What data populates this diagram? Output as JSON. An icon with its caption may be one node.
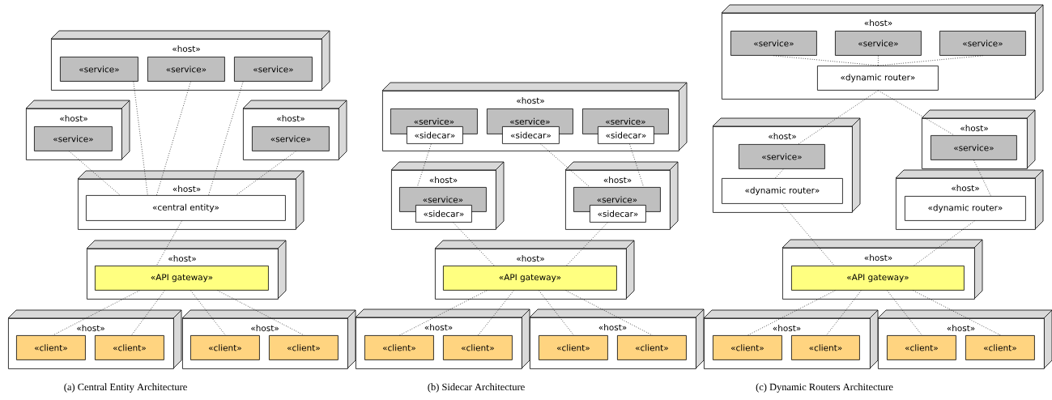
{
  "diagram": {
    "nodes": [
      {
        "text": [
          "«host»"
        ]
      },
      {
        "text": [
          "«service»"
        ],
        "in": 0
      },
      {
        "text": [
          "«service»"
        ],
        "in": 0
      },
      {
        "text": [
          "«service»"
        ],
        "in": 0
      },
      {
        "text": [
          "«host»"
        ]
      },
      {
        "text": [
          "«service»"
        ],
        "in": 4
      },
      {
        "text": [
          "«host»"
        ]
      },
      {
        "text": [
          "«service»"
        ],
        "in": 6
      },
      {
        "text": [
          "«host»"
        ]
      },
      {
        "text": [
          "«central entity»"
        ],
        "in": 8
      },
      {
        "text": [
          "«host»"
        ]
      },
      {
        "text": [
          "«API gateway»"
        ],
        "in": 10
      },
      {
        "text": [
          "«host»"
        ]
      },
      {
        "text": [
          "«client»"
        ],
        "in": 12
      },
      {
        "text": [
          "«client»"
        ],
        "in": 12
      },
      {
        "text": [
          "«host»"
        ]
      },
      {
        "text": [
          "«client»"
        ],
        "in": 15
      },
      {
        "text": [
          "«client»"
        ],
        "in": 15
      },
      {
        "text": [
          "«host»"
        ]
      },
      {
        "text": [
          "«service»"
        ],
        "in": 18
      },
      {
        "text": [
          "«sidecar»"
        ],
        "in": 18
      },
      {
        "text": [
          "«service»"
        ],
        "in": 18
      },
      {
        "text": [
          "«sidecar»"
        ],
        "in": 18
      },
      {
        "text": [
          "«service»"
        ],
        "in": 18
      },
      {
        "text": [
          "«sidecar»"
        ],
        "in": 18
      },
      {
        "text": [
          "«host»"
        ]
      },
      {
        "text": [
          "«service»"
        ],
        "in": 25
      },
      {
        "text": [
          "«sidecar»"
        ],
        "in": 25
      },
      {
        "text": [
          "«host»"
        ]
      },
      {
        "text": [
          "«service»"
        ],
        "in": 28
      },
      {
        "text": [
          "«sidecar»"
        ],
        "in": 28
      },
      {
        "text": [
          "«host»"
        ]
      },
      {
        "text": [
          "«API gateway»"
        ],
        "in": 31
      },
      {
        "text": [
          "«host»"
        ]
      },
      {
        "text": [
          "«client»"
        ],
        "in": 33
      },
      {
        "text": [
          "«client»"
        ],
        "in": 33
      },
      {
        "text": [
          "«host»"
        ]
      },
      {
        "text": [
          "«client»"
        ],
        "in": 36
      },
      {
        "text": [
          "«client»"
        ],
        "in": 36
      },
      {
        "text": [
          "«host»"
        ]
      },
      {
        "text": [
          "«service»"
        ],
        "in": 39
      },
      {
        "text": [
          "«service»"
        ],
        "in": 39
      },
      {
        "text": [
          "«service»"
        ],
        "in": 39
      },
      {
        "text": [
          "«dynamic router»"
        ],
        "in": 39
      },
      {
        "text": [
          "«host»"
        ]
      },
      {
        "text": [
          "«service»"
        ],
        "in": 44
      },
      {
        "text": [
          "«dynamic router»"
        ],
        "in": 44
      },
      {
        "text": [
          "«host»"
        ]
      },
      {
        "text": [
          "«service»"
        ],
        "in": 47
      },
      {
        "text": [
          "«host»"
        ]
      },
      {
        "text": [
          "«dynamic router»"
        ],
        "in": 49
      },
      {
        "text": [
          "«host»"
        ]
      },
      {
        "text": [
          "«API gateway»"
        ],
        "in": 51
      },
      {
        "text": [
          "«host»"
        ]
      },
      {
        "text": [
          "«client»"
        ],
        "in": 53
      },
      {
        "text": [
          "«client»"
        ],
        "in": 53
      },
      {
        "text": [
          "«host»"
        ]
      },
      {
        "text": [
          "«client»"
        ],
        "in": 56
      },
      {
        "text": [
          "«client»"
        ],
        "in": 56
      }
    ],
    "edges": [
      {
        "from": 1,
        "to": 9,
        "arrow": "none"
      },
      {
        "from": 2,
        "to": 9,
        "arrow": "none"
      },
      {
        "from": 3,
        "to": 9,
        "arrow": "none"
      },
      {
        "from": 5,
        "to": 9,
        "arrow": "none"
      },
      {
        "from": 7,
        "to": 9,
        "arrow": "none"
      },
      {
        "from": 9,
        "to": 11,
        "arrow": "none"
      },
      {
        "from": 11,
        "to": 13,
        "arrow": "none"
      },
      {
        "from": 11,
        "to": 14,
        "arrow": "none"
      },
      {
        "from": 11,
        "to": 16,
        "arrow": "none"
      },
      {
        "from": 11,
        "to": 17,
        "arrow": "none"
      },
      {
        "from": 20,
        "to": 26,
        "arrow": "none"
      },
      {
        "from": 22,
        "to": 29,
        "arrow": "none"
      },
      {
        "from": 24,
        "to": 29,
        "arrow": "none"
      },
      {
        "from": 27,
        "to": 32,
        "arrow": "none"
      },
      {
        "from": 30,
        "to": 32,
        "arrow": "none"
      },
      {
        "from": 32,
        "to": 34,
        "arrow": "none"
      },
      {
        "from": 32,
        "to": 35,
        "arrow": "none"
      },
      {
        "from": 32,
        "to": 37,
        "arrow": "none"
      },
      {
        "from": 32,
        "to": 38,
        "arrow": "none"
      },
      {
        "from": 40,
        "to": 43,
        "arrow": "none"
      },
      {
        "from": 41,
        "to": 43,
        "arrow": "none"
      },
      {
        "from": 42,
        "to": 43,
        "arrow": "none"
      },
      {
        "from": 43,
        "to": 45,
        "arrow": "none"
      },
      {
        "from": 43,
        "to": 48,
        "arrow": "none"
      },
      {
        "from": 45,
        "to": 46,
        "arrow": "none"
      },
      {
        "from": 48,
        "to": 50,
        "arrow": "none"
      },
      {
        "from": 46,
        "to": 52,
        "arrow": "none"
      },
      {
        "from": 50,
        "to": 52,
        "arrow": "none"
      },
      {
        "from": 52,
        "to": 54,
        "arrow": "none"
      },
      {
        "from": 52,
        "to": 55,
        "arrow": "none"
      },
      {
        "from": 52,
        "to": 57,
        "arrow": "none"
      },
      {
        "from": 52,
        "to": 58,
        "arrow": "none"
      }
    ],
    "labels": [
      "(a) Central Entity Architecture",
      "(b) Sidecar Architecture",
      "(c) Dynamic Routers Architecture"
    ]
  }
}
